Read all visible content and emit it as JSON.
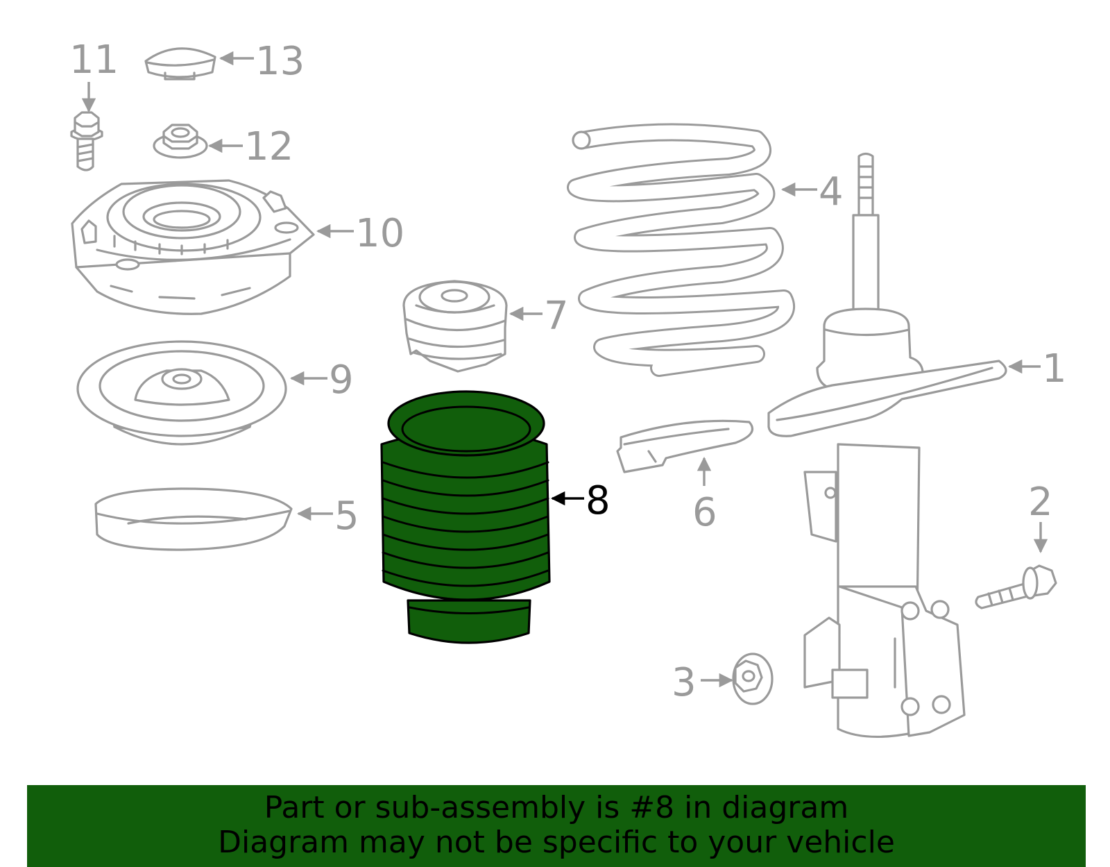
{
  "callouts": {
    "c1": "1",
    "c2": "2",
    "c3": "3",
    "c4": "4",
    "c5": "5",
    "c6": "6",
    "c7": "7",
    "c8": "8",
    "c9": "9",
    "c10": "10",
    "c11": "11",
    "c12": "12",
    "c13": "13"
  },
  "highlighted_part": "8",
  "colors": {
    "highlight_fill": "#115e0b",
    "line_gray": "#9a9a9a",
    "banner_bg": "#115e0b"
  },
  "banner": {
    "line1": "Part or sub-assembly is #8 in diagram",
    "line2": "Diagram may not be specific to your vehicle"
  }
}
